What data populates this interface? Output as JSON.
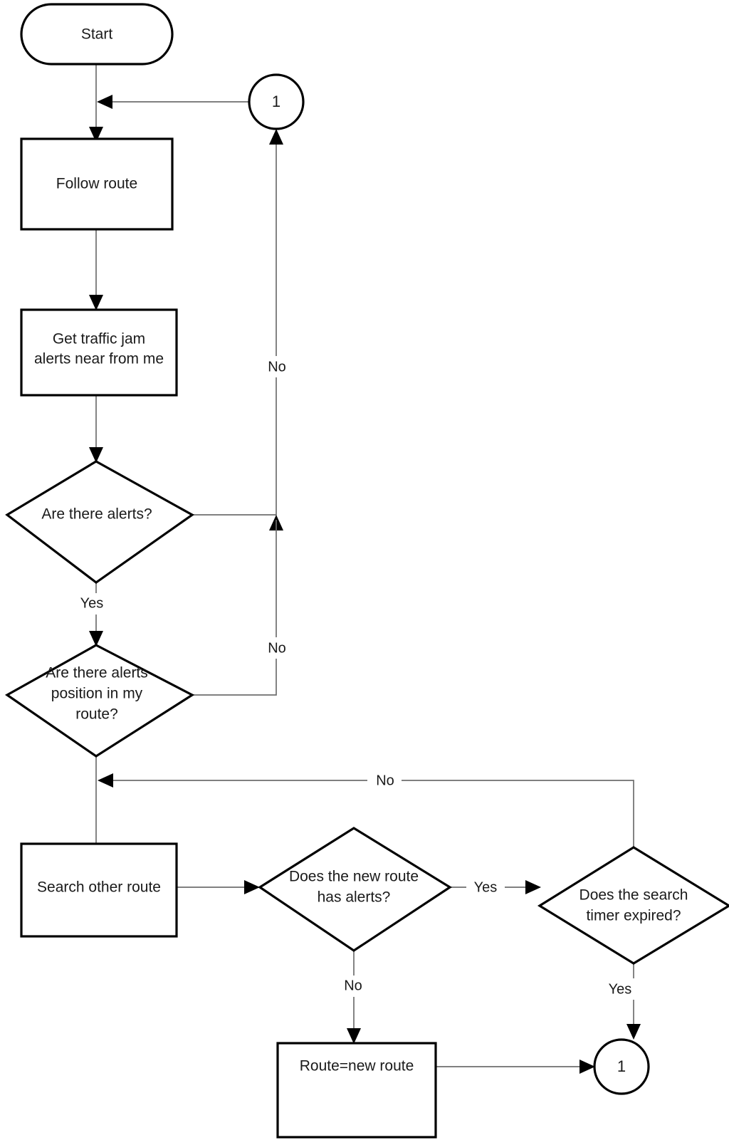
{
  "diagram": {
    "title": "Traffic jam rerouting flowchart",
    "type": "flowchart",
    "background_color": "#ffffff",
    "line_color": "#6e6e6e",
    "shape_stroke_color": "#000000",
    "text_color": "#1a1a1a"
  },
  "nodes": {
    "start": {
      "label": "Start",
      "shape": "stadium"
    },
    "follow_route": {
      "label": "Follow route",
      "shape": "rectangle"
    },
    "get_alerts_line1": {
      "label": "Get traffic jam",
      "shape": "rectangle"
    },
    "get_alerts_line2": {
      "label": "alerts near from me",
      "shape": "rectangle"
    },
    "are_there_alerts": {
      "label": "Are there alerts?",
      "shape": "diamond"
    },
    "alerts_in_route_line1": {
      "label": "Are there alerts",
      "shape": "diamond"
    },
    "alerts_in_route_line2": {
      "label": "position in my",
      "shape": "diamond"
    },
    "alerts_in_route_line3": {
      "label": "route?",
      "shape": "diamond"
    },
    "search_other_route": {
      "label": "Search other route",
      "shape": "rectangle"
    },
    "new_route_alerts_line1": {
      "label": "Does the new route",
      "shape": "diamond"
    },
    "new_route_alerts_line2": {
      "label": "has alerts?",
      "shape": "diamond"
    },
    "timer_expired_line1": {
      "label": "Does the search",
      "shape": "diamond"
    },
    "timer_expired_line2": {
      "label": "timer expired?",
      "shape": "diamond"
    },
    "route_assign": {
      "label": "Route=new route",
      "shape": "rectangle"
    },
    "connector_top": {
      "label": "1",
      "shape": "circle"
    },
    "connector_bottom": {
      "label": "1",
      "shape": "circle"
    }
  },
  "edge_labels": {
    "alerts_no": "No",
    "alerts_in_route_no": "No",
    "alerts_yes": "Yes",
    "timer_loop_no": "No",
    "new_route_yes": "Yes",
    "new_route_no": "No",
    "timer_yes": "Yes"
  },
  "flow": [
    {
      "from": "start",
      "to": "follow_route",
      "label": ""
    },
    {
      "from": "connector_top",
      "to": "follow_route",
      "label": ""
    },
    {
      "from": "follow_route",
      "to": "get_alerts",
      "label": ""
    },
    {
      "from": "get_alerts",
      "to": "are_there_alerts",
      "label": ""
    },
    {
      "from": "are_there_alerts",
      "to": "connector_top",
      "label": "No"
    },
    {
      "from": "are_there_alerts",
      "to": "alerts_in_route",
      "label": "Yes"
    },
    {
      "from": "alerts_in_route",
      "to": "connector_top",
      "label": "No"
    },
    {
      "from": "alerts_in_route",
      "to": "search_other_route",
      "label": ""
    },
    {
      "from": "search_other_route",
      "to": "new_route_alerts",
      "label": ""
    },
    {
      "from": "new_route_alerts",
      "to": "timer_expired",
      "label": "Yes"
    },
    {
      "from": "new_route_alerts",
      "to": "route_assign",
      "label": "No"
    },
    {
      "from": "timer_expired",
      "to": "search_other_route",
      "label": "No"
    },
    {
      "from": "timer_expired",
      "to": "connector_bottom",
      "label": "Yes"
    },
    {
      "from": "route_assign",
      "to": "connector_bottom",
      "label": ""
    }
  ]
}
